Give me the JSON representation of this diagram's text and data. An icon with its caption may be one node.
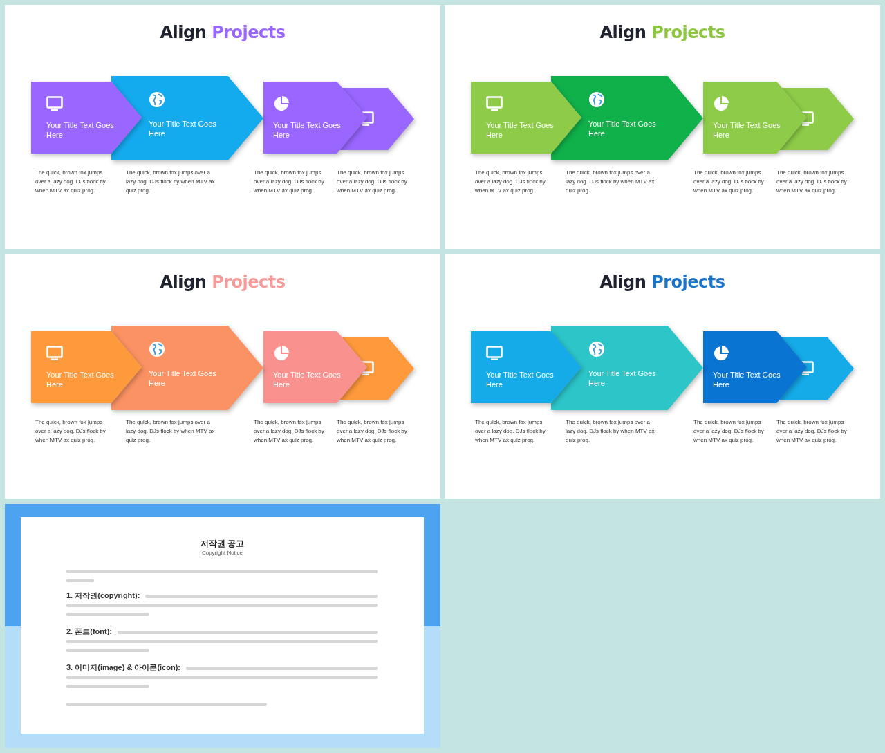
{
  "diagram": {
    "nodes": [
      {
        "text": [
          "Align Projects"
        ]
      },
      {
        "text": [
          "Your Title Text Goes Here"
        ],
        "in": 0,
        "beside": [
          "The quick, brown fox jumps over a lazy dog. DJs flock by when MTV ax quiz prog."
        ]
      },
      {
        "text": [
          "Your Title Text Goes Here"
        ],
        "in": 0,
        "beside": [
          "The quick, brown fox jumps over a lazy dog. DJs flock by when MTV ax quiz prog."
        ]
      },
      {
        "text": [
          "Your Title Text Goes Here"
        ],
        "in": 0,
        "beside": [
          "The quick, brown fox jumps over a lazy dog. DJs flock by when MTV ax quiz prog."
        ]
      },
      {
        "text": [],
        "shape": "chevron",
        "in": 0,
        "beside": [
          "The quick, brown fox jumps over a lazy dog. DJs flock by when MTV ax quiz prog."
        ]
      },
      {
        "text": [
          "Align Projects"
        ]
      },
      {
        "text": [
          "Your Title Text Goes Here"
        ],
        "in": 5,
        "beside": [
          "The quick, brown fox jumps over a lazy dog. DJs flock by when MTV ax quiz prog."
        ]
      },
      {
        "text": [
          "Your Title Text Goes Here"
        ],
        "in": 5,
        "beside": [
          "The quick, brown fox jumps over a lazy dog. DJs flock by when MTV ax quiz prog."
        ]
      },
      {
        "text": [
          "Your Title Text Goes Here"
        ],
        "in": 5,
        "beside": [
          "The quick, brown fox jumps over a lazy dog. DJs flock by when MTV ax quiz prog."
        ]
      },
      {
        "text": [],
        "shape": "chevron",
        "in": 5,
        "beside": [
          "The quick, brown fox jumps over a lazy dog. DJs flock by when MTV ax quiz prog."
        ]
      },
      {
        "text": [
          "Align Projects"
        ]
      },
      {
        "text": [
          "Your Title Text Goes Here"
        ],
        "in": 10,
        "beside": [
          "The quick, brown fox jumps over a lazy dog. DJs flock by when MTV ax quiz prog."
        ]
      },
      {
        "text": [
          "Your Title Text Goes Here"
        ],
        "in": 10,
        "beside": [
          "The quick, brown fox jumps over a lazy dog. DJs flock by when MTV ax quiz prog."
        ]
      },
      {
        "text": [
          "Your Title Text Goes Here"
        ],
        "in": 10,
        "beside": [
          "The quick, brown fox jumps over a lazy dog. DJs flock by when MTV ax quiz prog."
        ]
      },
      {
        "text": [],
        "shape": "chevron",
        "in": 10,
        "beside": [
          "The quick, brown fox jumps over a lazy dog. DJs flock by when MTV ax quiz prog."
        ]
      },
      {
        "text": [
          "Align Projects"
        ]
      },
      {
        "text": [
          "Your Title Text Goes Here"
        ],
        "in": 15,
        "beside": [
          "The quick, brown fox jumps over a lazy dog. DJs flock by when MTV ax quiz prog."
        ]
      },
      {
        "text": [
          "Your Title Text Goes Here"
        ],
        "in": 15,
        "beside": [
          "The quick, brown fox jumps over a lazy dog. DJs flock by when MTV ax quiz prog."
        ]
      },
      {
        "text": [
          "Your Title Text Goes Here"
        ],
        "in": 15,
        "beside": [
          "The quick, brown fox jumps over a lazy dog. DJs flock by when MTV ax quiz prog."
        ]
      },
      {
        "text": [],
        "shape": "chevron",
        "in": 15,
        "beside": [
          "The quick, brown fox jumps over a lazy dog. DJs flock by when MTV ax quiz prog."
        ]
      },
      {
        "text": [
          "저작권 공고",
          "Copyright Notice",
          "1. 저작권(copyright):",
          "2. 폰트(font):",
          "3. 이미지(image) & 아이콘(icon):"
        ]
      }
    ]
  }
}
